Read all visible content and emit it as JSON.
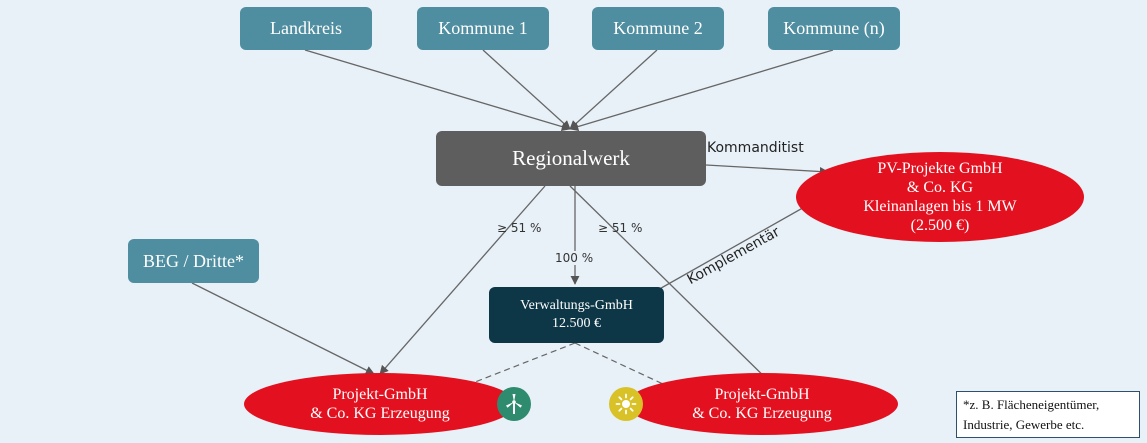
{
  "nodes": {
    "landkreis": "Landkreis",
    "kommune1": "Kommune 1",
    "kommune2": "Kommune 2",
    "kommune_n": "Kommune (n)",
    "regionalwerk": "Regionalwerk",
    "beg": "BEG / Dritte*",
    "verwaltung": {
      "line1": "Verwaltungs-GmbH",
      "line2": "12.500 €"
    },
    "pv_projekte": {
      "line1": "PV-Projekte GmbH",
      "line2": "& Co. KG",
      "line3": "Kleinanlagen bis 1 MW",
      "line4": "(2.500 €)"
    },
    "projekt_left": {
      "line1": "Projekt-GmbH",
      "line2": "& Co. KG Erzeugung"
    },
    "projekt_right": {
      "line1": "Projekt-GmbH",
      "line2": "& Co. KG Erzeugung"
    }
  },
  "edge_labels": {
    "kommanditist": "Kommanditist",
    "komplementaer": "Komplementär",
    "left_share": "≥ 51 %",
    "right_share": "≥ 51 %",
    "verwaltung_share": "100 %"
  },
  "icons": {
    "wind": "wind-turbine-icon",
    "sun": "sun-icon"
  },
  "footnote": {
    "line1": "*z. B. Flächeneigentümer,",
    "line2": "Industrie, Gewerbe etc."
  },
  "colors": {
    "background": "#e8f1f8",
    "teal": "#4e8ea0",
    "grey": "#5e5e5e",
    "navy": "#0d3646",
    "red": "#e3111f",
    "wind_icon_bg": "#2e8b6e",
    "sun_icon_bg": "#d9c227"
  }
}
